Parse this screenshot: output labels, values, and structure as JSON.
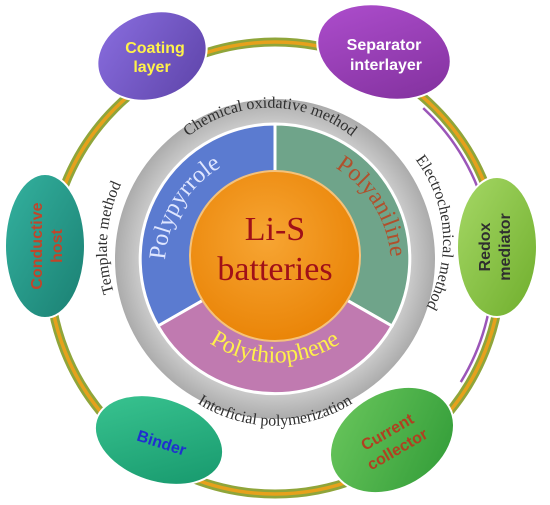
{
  "center": {
    "line1": "Li-S",
    "line2": "batteries"
  },
  "polymers": {
    "polypyrrole": "Polypyrrole",
    "polyaniline": "Polyaniline",
    "polythiophene": "Polythiophene"
  },
  "methods": {
    "chemical": "Chemical oxidative method",
    "electrochemical": "Electrochemical method",
    "interfacial": "Interficial polymerization",
    "template": "Template method"
  },
  "applications": {
    "coating": {
      "line1": "Coating",
      "line2": "layer"
    },
    "separator": {
      "line1": "Separator",
      "line2": "interlayer"
    },
    "redox": {
      "line1": "Redox",
      "line2": "mediator"
    },
    "collector": {
      "line1": "Current",
      "line2": "collector"
    },
    "binder": {
      "line1": "Binder"
    },
    "host": {
      "line1": "Conductive",
      "line2": "host"
    }
  },
  "colors": {
    "center": "#f39110",
    "polypyrrole": "#5b7bd0",
    "polyaniline": "#6fa48a",
    "polythiophene": "#c07ab0",
    "methods_ring": "#c8c8c8",
    "coating": "#7a5cc9",
    "separator": "#9b3fb8",
    "redox": "#8fc84a",
    "collector": "#4fb44a",
    "binder": "#1fb07e",
    "host": "#239a8a"
  }
}
